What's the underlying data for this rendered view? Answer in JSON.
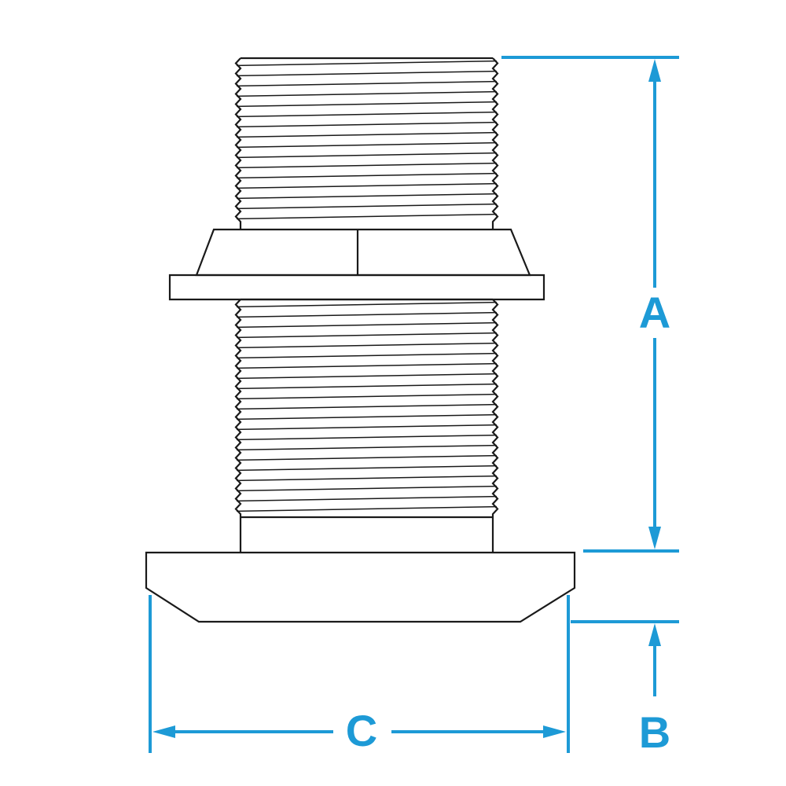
{
  "dimensions": {
    "a_label": "A",
    "b_label": "B",
    "c_label": "C"
  },
  "colors": {
    "dimension": "#1d9ad6",
    "line": "#1a1a1a",
    "background": "#ffffff"
  }
}
